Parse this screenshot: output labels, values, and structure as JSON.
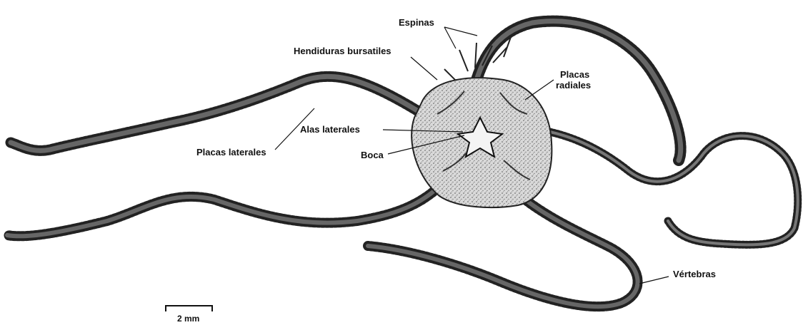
{
  "labels": {
    "espinas": "Espinas",
    "hendiduras": "Hendiduras bursatiles",
    "placas_radiales_1": "Placas",
    "placas_radiales_2": "radiales",
    "alas_laterales": "Alas laterales",
    "placas_laterales": "Placas laterales",
    "boca": "Boca",
    "vertebras": "Vértebras"
  },
  "scale_bar": {
    "label": "2 mm"
  },
  "colors": {
    "ink": "#1a1a1a",
    "disc": "#cfcfcf",
    "paper": "#ffffff"
  }
}
